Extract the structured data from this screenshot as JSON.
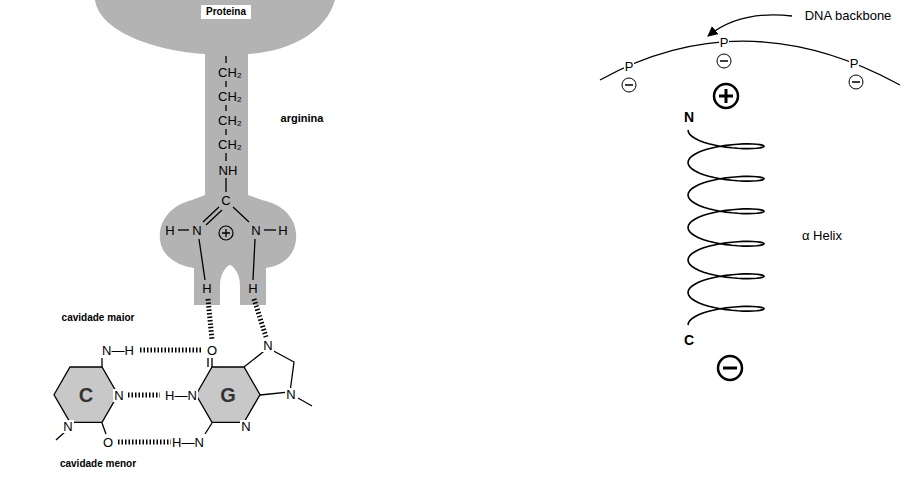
{
  "diagram": {
    "nodes": [
      {
        "text": [
          "Proteina"
        ]
      },
      {
        "text": [
          "C"
        ]
      },
      {
        "text": [
          "G"
        ]
      }
    ],
    "labels": [
      "CH₂",
      "CH₂",
      "CH₂",
      "CH₂",
      "arginina",
      "NH",
      "C",
      "H",
      "N",
      "N",
      "H",
      "H",
      "H",
      "cavidade maior",
      "N—H",
      "O",
      "N",
      "N",
      "H—N",
      "N",
      "N",
      "O",
      "H—N",
      "N",
      "cavidade menor",
      "DNA backbone",
      "P",
      "P",
      "P",
      "N",
      "α Helix",
      "C"
    ]
  }
}
